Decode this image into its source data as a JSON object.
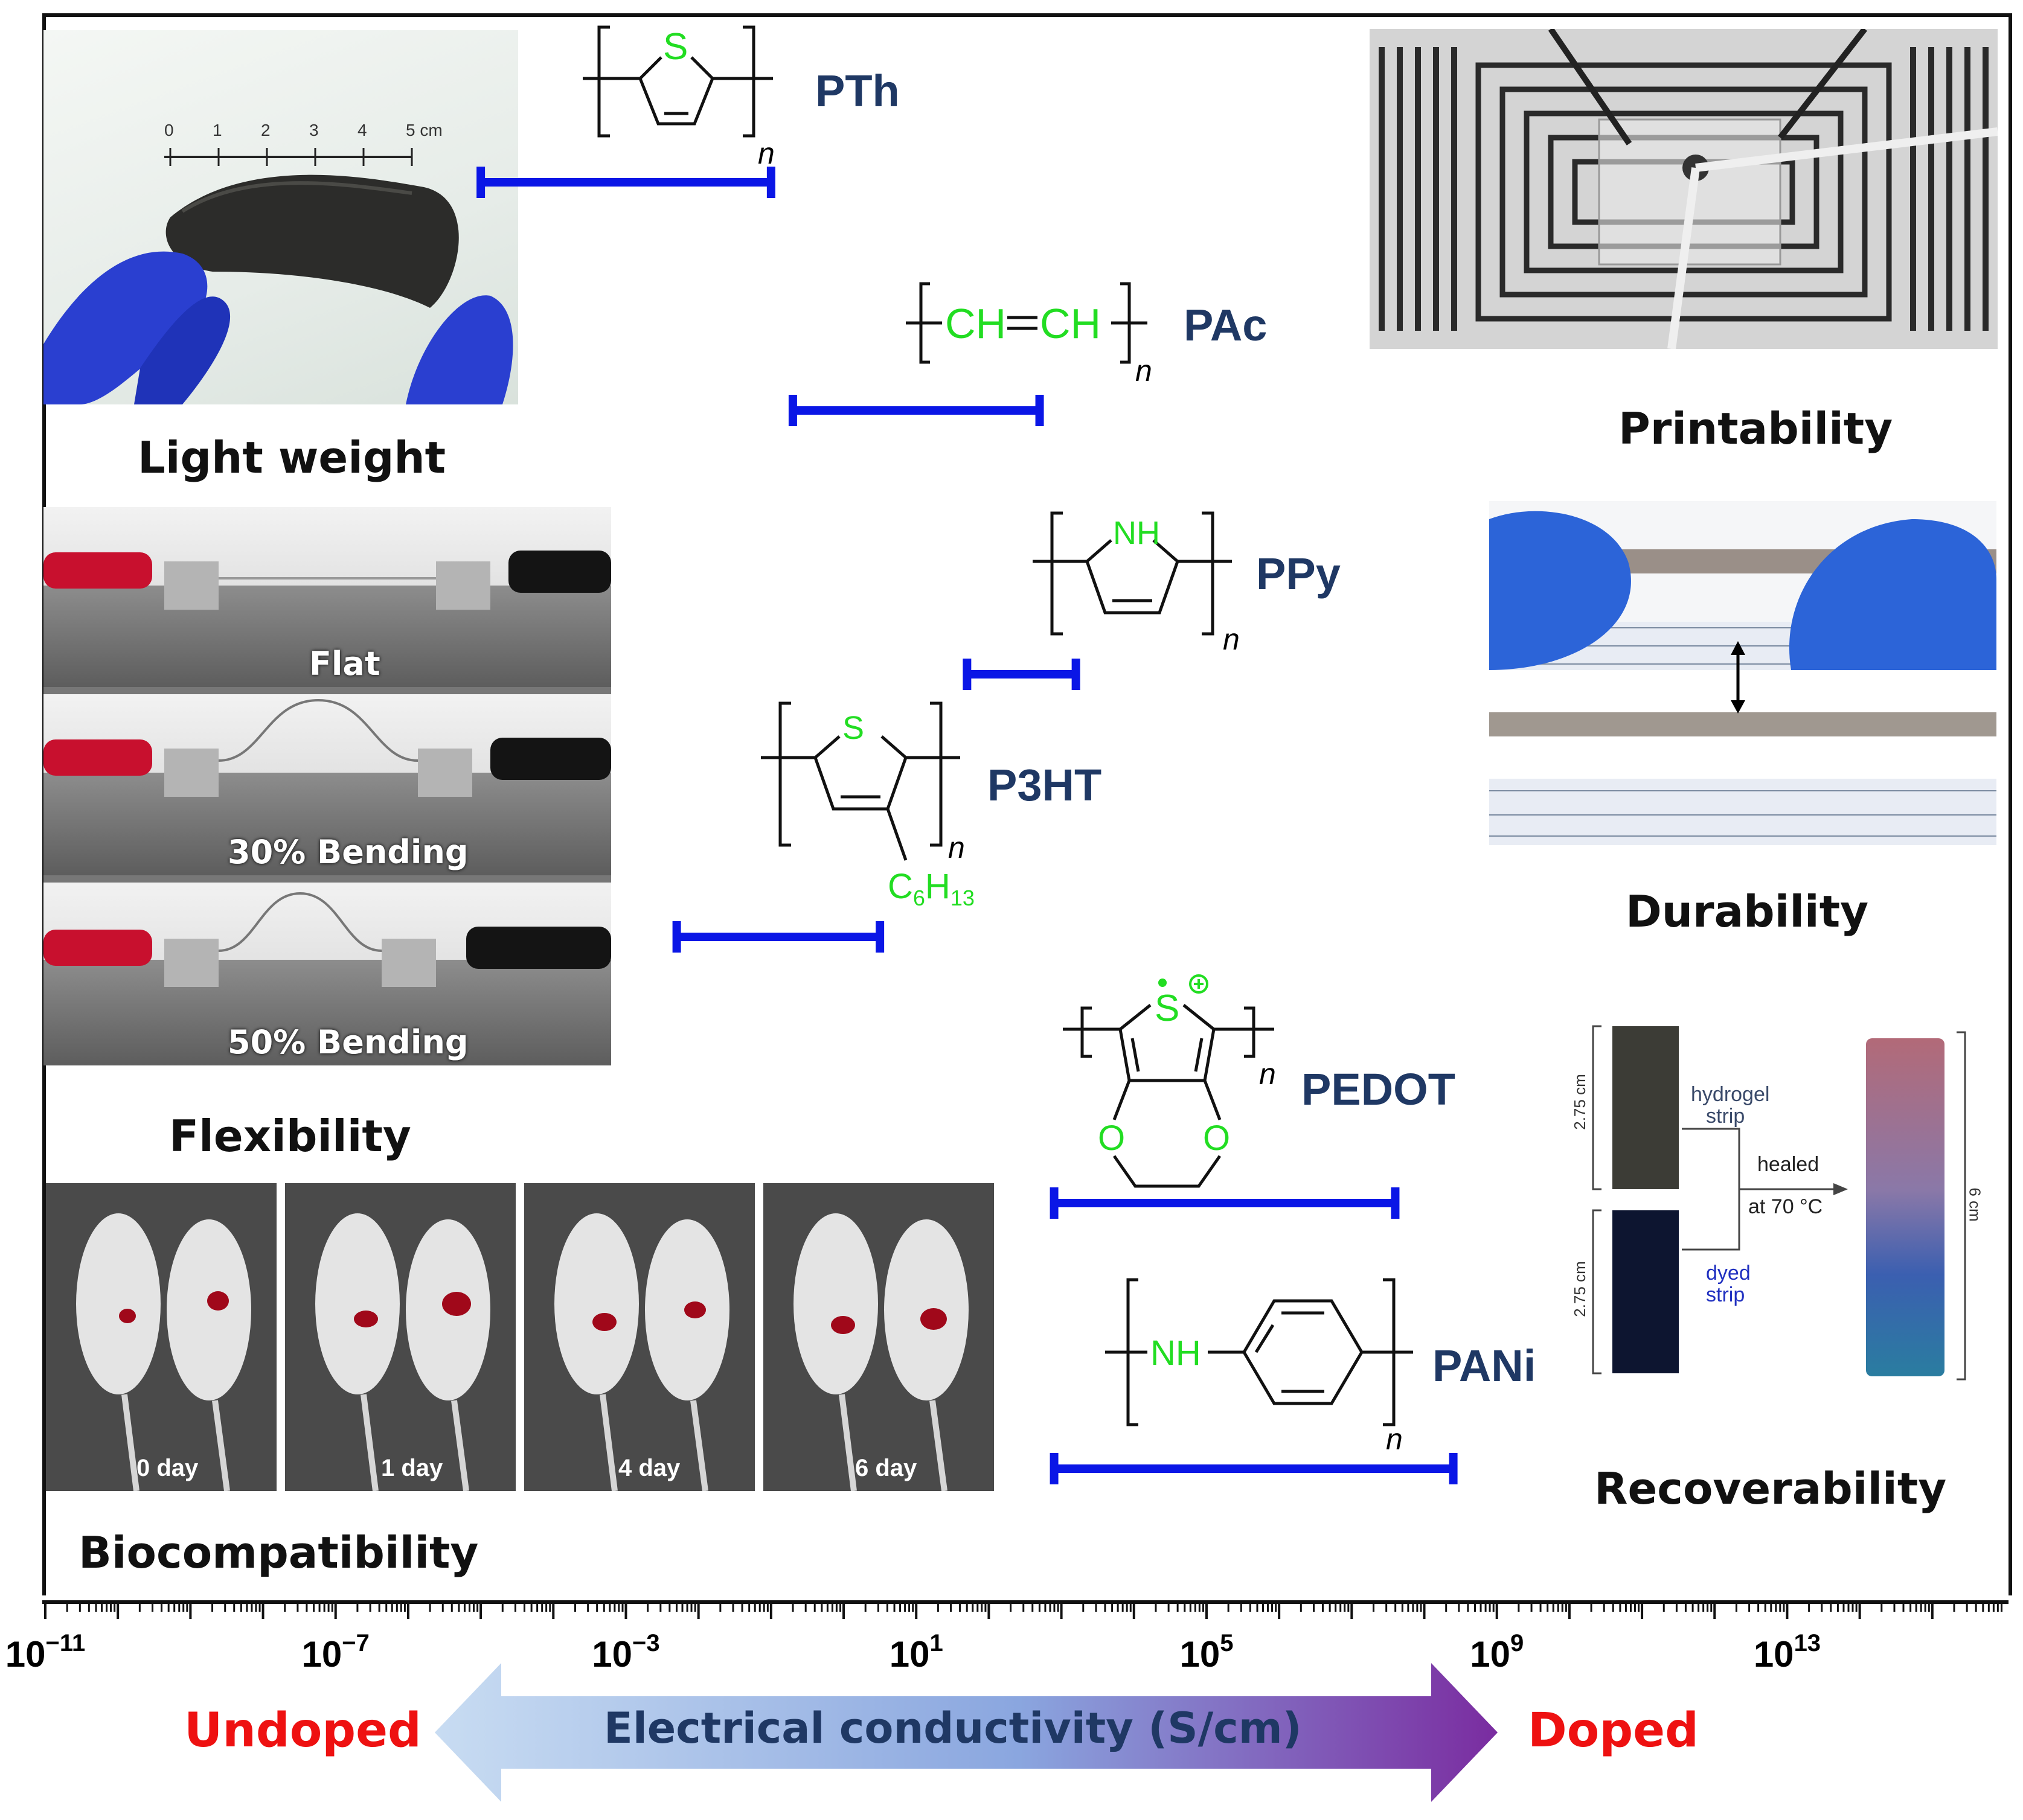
{
  "figure_labels": {
    "light_weight": "Light weight",
    "printability": "Printability",
    "flexibility": "Flexibility",
    "durability": "Durability",
    "biocompatibility": "Biocompatibility",
    "recoverability": "Recoverability"
  },
  "flex_captions": [
    "Flat",
    "30% Bending",
    "50% Bending"
  ],
  "ruler_labels": [
    "0",
    "1",
    "2",
    "3",
    "4",
    "5 cm"
  ],
  "bio_days": [
    "0 day",
    "1 day",
    "4 day",
    "6 day"
  ],
  "recover_panel": {
    "len1": "2.75 cm",
    "len2": "2.75 cm",
    "len3": "6 cm",
    "hydrogel_line1": "hydrogel",
    "hydrogel_line2": "strip",
    "dyed_line1": "dyed",
    "dyed_line2": "strip",
    "healed_line1": "healed",
    "healed_line2": "at 70 °C"
  },
  "polymers": [
    {
      "name": "PTh",
      "range": [
        -5,
        -1
      ]
    },
    {
      "name": "PAc",
      "range": [
        -0.7,
        2.7
      ]
    },
    {
      "name": "PPy",
      "range": [
        1.7,
        3.2
      ]
    },
    {
      "name": "P3HT",
      "range": [
        -2.3,
        0.5
      ]
    },
    {
      "name": "PEDOT",
      "range": [
        2.9,
        7.6
      ]
    },
    {
      "name": "PANi",
      "range": [
        2.9,
        8.4
      ]
    }
  ],
  "chem": {
    "s": "S",
    "nh": "NH",
    "ch1": "CH",
    "ch2": "CH",
    "o1": "O",
    "o2": "O",
    "n": "n",
    "c6h13_c": "C",
    "c6h13_6": "6",
    "c6h13_h": "H",
    "c6h13_13": "13"
  },
  "axis": {
    "min_exp": -11,
    "max_exp": 16,
    "label_exps": [
      "-11",
      "-7",
      "-3",
      "1",
      "5",
      "9",
      "13"
    ],
    "base": "10"
  },
  "arrow": {
    "text": "Electrical conductivity (S/cm)",
    "left_label": "Undoped",
    "right_label": "Doped"
  },
  "colors": {
    "bar": "#0a16e6",
    "chem_green": "#22dd22",
    "polymer_name": "#1f3864",
    "doped_red": "#ee1111"
  }
}
